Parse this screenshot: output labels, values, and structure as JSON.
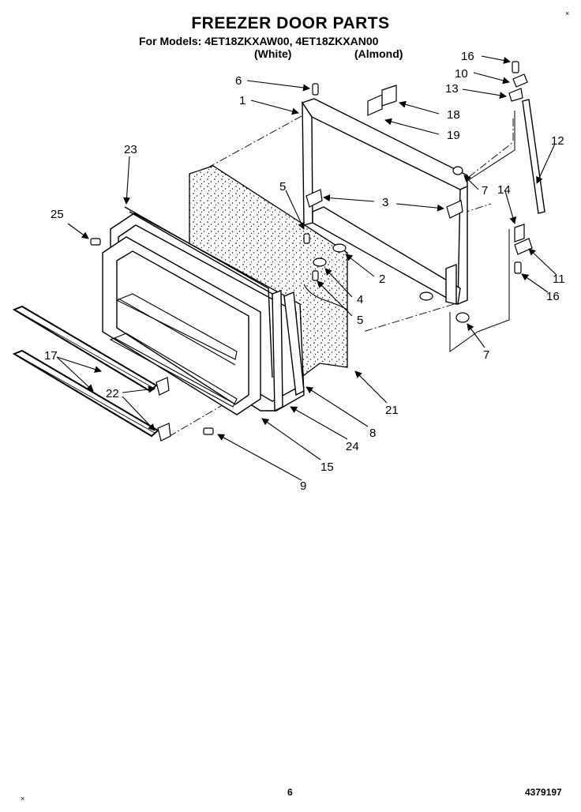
{
  "header": {
    "title": "FREEZER DOOR PARTS",
    "models_line": "For Models: 4ET18ZKXAW00,    4ET18ZKXAN00",
    "color_white": "(White)",
    "color_almond": "(Almond)"
  },
  "corner_marks": {
    "top_right": "×",
    "bottom_left": "×"
  },
  "footer": {
    "page_number": "6",
    "part_number": "4379197"
  },
  "callouts": {
    "c16a": "16",
    "c10": "10",
    "c13": "13",
    "c6": "6",
    "c1": "1",
    "c18": "18",
    "c19": "19",
    "c12": "12",
    "c23": "23",
    "c7a": "7",
    "c5a": "5",
    "c3": "3",
    "c14": "14",
    "c25": "25",
    "c2": "2",
    "c11": "11",
    "c4": "4",
    "c16b": "16",
    "c5b": "5",
    "c7b": "7",
    "c17": "17",
    "c22": "22",
    "c21": "21",
    "c8": "8",
    "c24": "24",
    "c15": "15",
    "c9": "9"
  }
}
